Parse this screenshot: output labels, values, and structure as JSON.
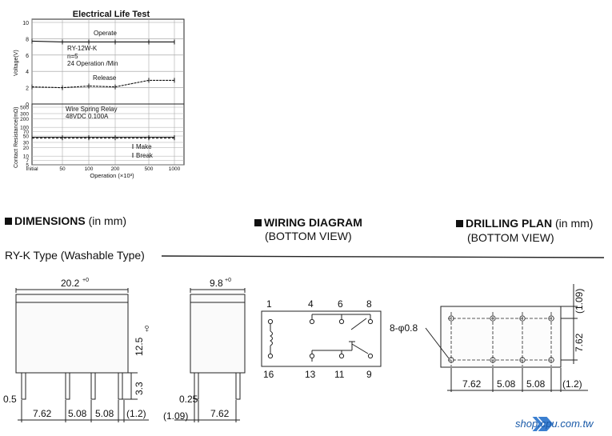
{
  "chart_data": {
    "type": "line",
    "title": "Electrical Life Test",
    "xlabel": "Operation (×10³)",
    "x_ticks": [
      "Initial",
      "50",
      "100",
      "200",
      "500",
      "1000"
    ],
    "x_values": [
      0,
      50,
      100,
      200,
      500,
      1000
    ],
    "voltage_panel": {
      "ylabel": "Voltage(V)",
      "y_ticks": [
        "10",
        "8",
        "6",
        "4",
        "2",
        "0"
      ],
      "ylim": [
        0,
        10
      ],
      "annotation": [
        "RY-12W-K",
        "n=5",
        "24 Operation /Min"
      ],
      "series": [
        {
          "name": "Operate",
          "values": [
            7.7,
            7.6,
            7.6,
            7.6,
            7.6,
            7.6
          ]
        },
        {
          "name": "Release",
          "values": [
            2.1,
            2.0,
            2.2,
            2.1,
            2.9,
            2.9
          ]
        }
      ]
    },
    "resistance_panel": {
      "ylabel": "Contact Resistance(mΩ)",
      "y_ticks": [
        "500",
        "300",
        "200",
        "100",
        "70",
        "50",
        "30",
        "20",
        "10",
        "7",
        "5"
      ],
      "scale": "log",
      "ylim": [
        5,
        500
      ],
      "annotation": [
        "Wire Spring Relay",
        "48VDC 0.100A"
      ],
      "series": [
        {
          "name": "Make",
          "values": [
            45,
            45,
            45,
            45,
            45,
            45
          ]
        },
        {
          "name": "Break",
          "values": [
            42,
            42,
            42,
            42,
            42,
            42
          ]
        }
      ]
    }
  },
  "headings": {
    "dimensions": "DIMENSIONS",
    "dimensions_unit": "(in mm)",
    "wiring": "WIRING DIAGRAM",
    "wiring_view": "(BOTTOM VIEW)",
    "drilling": "DRILLING PLAN",
    "drilling_unit": "(in mm)",
    "drilling_view": "(BOTTOM VIEW)",
    "type_label": "RY-K Type (Washable Type)"
  },
  "front_view": {
    "width": "20.2",
    "width_tol": "+0",
    "height": "12.5",
    "height_tol": "+0",
    "pin_len": "3.3",
    "pin_w": "0.5",
    "pitch1": "7.62",
    "pitch2": "5.08",
    "pitch3": "5.08",
    "end": "(1.2)"
  },
  "side_view": {
    "width": "9.8",
    "width_tol": "+0",
    "pin_w": "0.25",
    "offset": "(1.09)",
    "pitch": "7.62"
  },
  "wiring": {
    "pins_top": [
      "1",
      "4",
      "6",
      "8"
    ],
    "pins_bottom": [
      "16",
      "13",
      "11",
      "9"
    ]
  },
  "drilling": {
    "hole_label": "8-φ0.8",
    "pitch1": "7.62",
    "pitch2": "5.08",
    "pitch3": "5.08",
    "end": "(1.2)",
    "row_gap": "7.62",
    "top_offset": "(1.09)"
  },
  "watermark": {
    "text": "shop.cpu.com.tw",
    "color": "#1a5aa8"
  }
}
